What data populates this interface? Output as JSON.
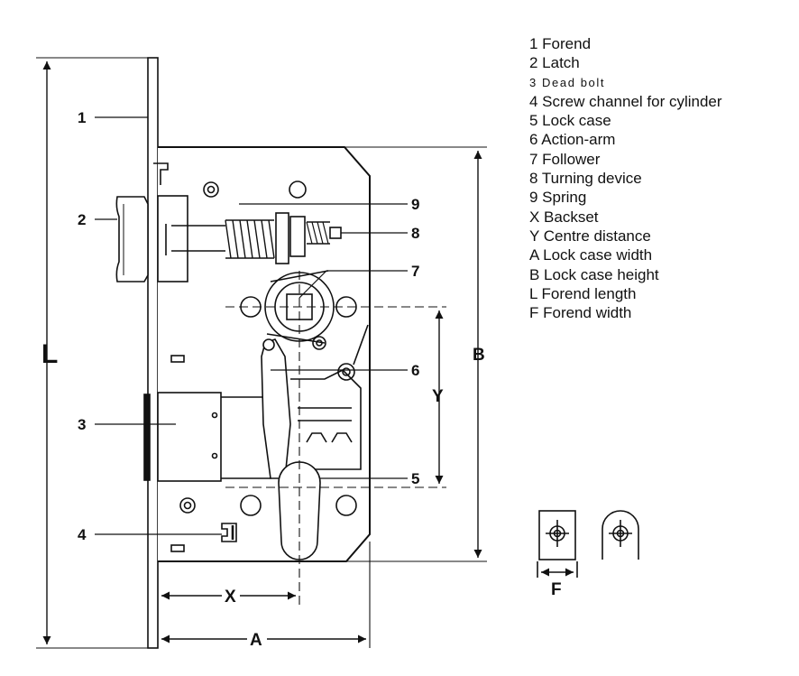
{
  "legend": [
    "1 Forend",
    "2 Latch",
    "3 Dead bolt",
    "4 Screw channel for cylinder",
    "5 Lock case",
    "6 Action-arm",
    "7 Follower",
    "8 Turning device",
    "9 Spring",
    "X Backset",
    "Y Centre distance",
    "A Lock case width",
    "B Lock case height",
    "L Forend length",
    "F Forend width"
  ],
  "callouts": {
    "forend": "1",
    "latch": "2",
    "dead_bolt": "3",
    "screw_channel": "4",
    "lock_case": "5",
    "action_arm": "6",
    "follower": "7",
    "turning_device": "8",
    "spring": "9"
  },
  "dimensions": {
    "forend_length": "L",
    "lock_case_height": "B",
    "lock_case_width": "A",
    "backset": "X",
    "centre_distance": "Y",
    "forend_width": "F"
  },
  "colors": {
    "line": "#111111",
    "background": "#ffffff"
  }
}
